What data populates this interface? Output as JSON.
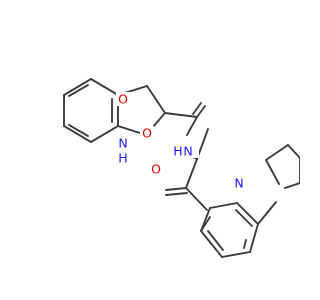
{
  "colors": {
    "bond": "#3c3c3c",
    "oxygen": "#e00000",
    "nitrogen": "#1a1aff",
    "background": "#ffffff"
  },
  "atom_labels": {
    "furan_oxygen": "O",
    "carbonyl_oxygen_1": "O",
    "amide_nitrogen_1": "N",
    "amide_hydrogen_1": "H",
    "carbonyl_oxygen_2": "O",
    "amide_nitrogen_2": "N",
    "amide_hydrogen_2": "H",
    "pyrrolidine_nitrogen": "N"
  }
}
